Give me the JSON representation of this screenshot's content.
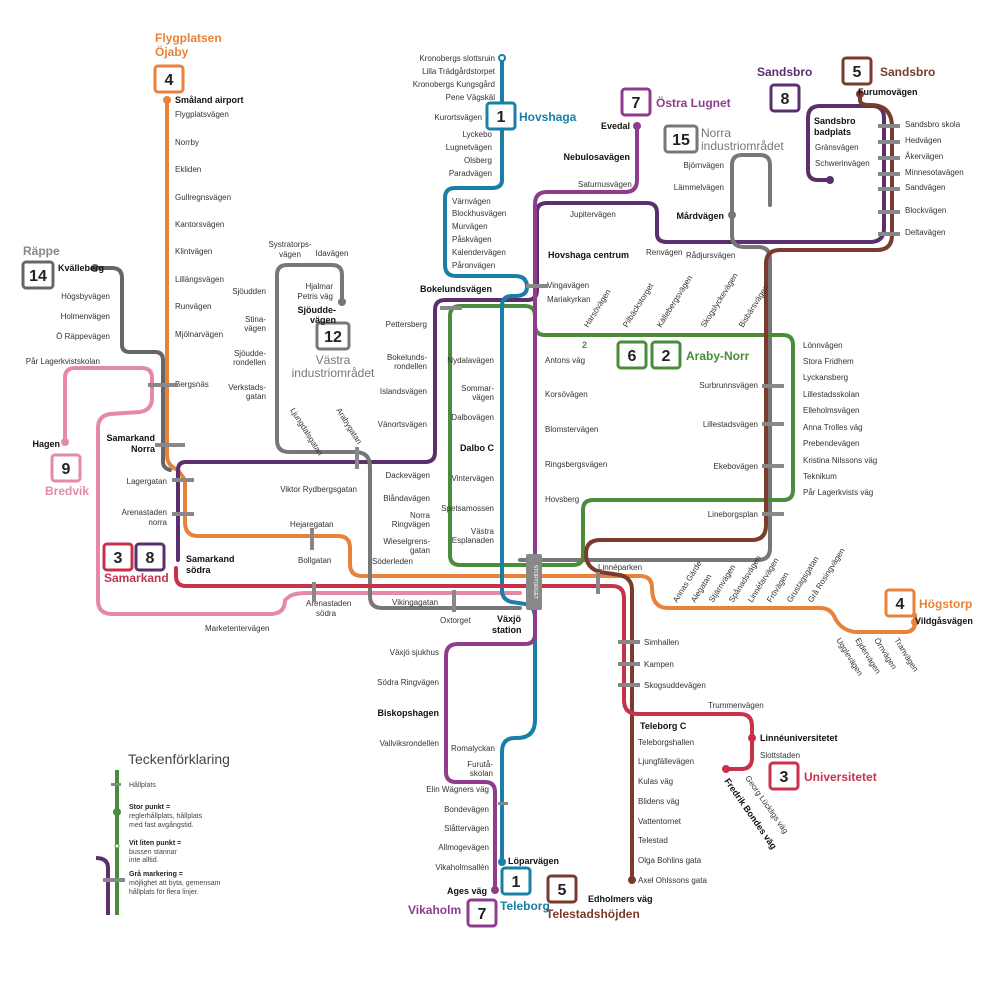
{
  "colors": {
    "l1": "#1a7fa6",
    "l2": "#4a8c3a",
    "l3": "#c8314b",
    "l4": "#e8823a",
    "l5": "#7a3a2c",
    "l7": "#8f3c8c",
    "l8": "#5b2f6e",
    "l9": "#e48aa8",
    "l12": "#777777",
    "l14": "#666666",
    "l15": "#777777",
    "hub": "#888888"
  },
  "lines": {
    "l1": {
      "num": "1",
      "dest_north": "Hovshaga",
      "dest_south": "Teleborg"
    },
    "l2": {
      "num": "2",
      "dest": "Araby-Norr",
      "inline_num": "2"
    },
    "l3": {
      "num": "3",
      "dest_east": "Universitetet",
      "dest_west": "Samarkand"
    },
    "l4": {
      "num": "4",
      "dest_north": "Flygplatsen Öjaby",
      "dest_east": "Högstorp"
    },
    "l5": {
      "num": "5",
      "dest_north": "Sandsbro",
      "dest_south": "Telestadshöjden"
    },
    "l6": {
      "num": "6"
    },
    "l7": {
      "num": "7",
      "dest_north": "Östra Lugnet",
      "dest_south": "Vikaholm"
    },
    "l8": {
      "num": "8",
      "dest": "Sandsbro"
    },
    "l9": {
      "num": "9",
      "dest": "Bredvik"
    },
    "l12": {
      "num": "12",
      "dest": "Västra industriområdet"
    },
    "l14": {
      "num": "14",
      "dest": "Räppe"
    },
    "l15": {
      "num": "15",
      "dest": "Norra industriområdet"
    }
  },
  "stations": {
    "line1_north": [
      "Kronobergs slottsruin",
      "Lilla Trädgårdstorpet",
      "Kronobergs Kungsgård",
      "Pene Vägskäl",
      "Kurortsvägen",
      "Lyckebo",
      "Lugnetvägen",
      "Olsberg",
      "Paradvägen",
      "Värnvägen",
      "Blockhusvägen",
      "Murvägen",
      "Påskvägen",
      "Kalendervägen",
      "Påronvägen"
    ],
    "line1_south": [
      "Romalyckan",
      "Furutå-skolan",
      "Elin Wägners väg",
      "Bondevägen",
      "Slåttervägen",
      "Allmogevägen",
      "Vikaholmsallén"
    ],
    "line1_bold": [
      "Löparvägen"
    ],
    "line7_north": [
      "Saturnusvägen",
      "Jupitervägen"
    ],
    "line7_bold": [
      "Evedal",
      "Nebulosavägen",
      "Hovshaga centrum",
      "Biskopshagen",
      "Ages väg"
    ],
    "line7_south": [
      "Växjö sjukhus",
      "Södra Ringvägen",
      "Vallviksrondellen"
    ],
    "line7_middle": [
      "Vingavägen",
      "Mariakyrkan",
      "Antons väg",
      "Korsövägen",
      "Blomstervägen",
      "Ringsbergsvägen",
      "Hovsberg"
    ],
    "line2_diag": [
      "Harsövägen",
      "Pilbäckstorget",
      "Källebergsvägen",
      "Skogslyckevägen",
      "Bisbärsvägen"
    ],
    "line2_east": [
      "Lönnvägen",
      "Stora Fridhem",
      "Lyckansberg",
      "Lillestadsskolan",
      "Elleholmsvägen",
      "Anna Trolles väg",
      "Prebendevägen",
      "Kristina Nilssons väg",
      "Teknikum",
      "Pår Lagerkvists väg"
    ],
    "line2_mid": [
      "Surbrunnsvägen",
      "Lillestadsvägen",
      "Ekebovägen",
      "Lineborgsplan"
    ],
    "line2_west": [
      "Pettersberg",
      "Bokelunds-rondellen",
      "Islandsvägen",
      "Vänortsvägen",
      "Nydalavägen",
      "Sommar-vägen",
      "Dalbovägen",
      "Vintervägen",
      "Spetsamossen",
      "Västra Esplanaden",
      "Dackevägen",
      "Blåndavägen",
      "Norra Ringvägen",
      "Wieselgrens-gatan"
    ],
    "bold_central": [
      "Bokelundsvägen",
      "Dalbo C",
      "Växjö station",
      "Samarkand Norra",
      "Samarkand södra",
      "Småland airport",
      "Kvälleberg",
      "Hagen",
      "Mårdvägen",
      "Sandsbro badplats",
      "Furumovägen",
      "Vildgåsvägen",
      "Linnéuniversitetet",
      "Fredrik Bondes väg",
      "Teleborg C",
      "Edholmers väg",
      "Sjöudde-vägen"
    ],
    "line4_north": [
      "Flygplatsvägen",
      "Norrby",
      "Ekliden",
      "Gullregnsvägen",
      "Kantorsvägen",
      "Klintvägen",
      "Lillängsvägen",
      "Runvägen",
      "Mjölnarvägen",
      "Bergsnäs"
    ],
    "line4_east": [
      "Annas Gärde",
      "Alegatan",
      "Stjärnvägen",
      "Spånadsvägen",
      "Linnéfarvägen",
      "Frövägen",
      "Grustagsgatan",
      "Grå Rosingvägen",
      "Ugglevägen",
      "Ejdervägen",
      "Örnvägen",
      "Tranvägen",
      "Linnéparken"
    ],
    "line14": [
      "Högsbyvägen",
      "Holmenvägen",
      "Ö Räppevägen",
      "Pår Lagerkvistskolan"
    ],
    "line12": [
      "Systratorps-vägen",
      "Idavägen",
      "Sjöudden",
      "Hjalmar Petris väg",
      "Stina-vägen",
      "Sjöudde-rondellen",
      "Verkstads-gatan",
      "Ljungdalsgatan",
      "Arabygatan"
    ],
    "line15": [
      "Björnvägen",
      "Lämmelvägen",
      "Renvägen",
      "Rådjursvägen"
    ],
    "line5_north": [
      "Sandsbro skola",
      "Hedvägen",
      "Åkervägen",
      "Minnesotavägen",
      "Sandvägen",
      "Blockvägen",
      "Deltavägen",
      "Gränsvägen",
      "Schwerinvägen"
    ],
    "line5_south": [
      "Simhallen",
      "Kampen",
      "Skogsuddevägen",
      "Teleborgshallen",
      "Ljungfällevägen",
      "Kulas väg",
      "Blidens väg",
      "Vattentornet",
      "Telestad",
      "Olga Bohlins gata",
      "Axel Ohlssons gata"
    ],
    "line3_east": [
      "Trummenvägen",
      "Slottstaden",
      "Georg Lückligs väg"
    ],
    "west": [
      "Lagergatan",
      "Arenastaden norra",
      "Hejaregatan",
      "Bollgatan",
      "Söderleden",
      "Vikingagatan",
      "Oxtorget",
      "Arenastaden södra",
      "Marketentervägen",
      "Viktor Rydbergsgatan"
    ],
    "hub_label": "STORTORGET"
  },
  "legend": {
    "title": "Teckenförklaring",
    "hallplats": "Hållplats",
    "stor_title": "Stor punkt =",
    "stor_desc1": "reglerhållplats, hållplats",
    "stor_desc2": "med fast avgångstid.",
    "vit_title": "Vit liten punkt =",
    "vit_desc1": "bussen stannar",
    "vit_desc2": "inte alltid.",
    "gra_title": "Grå markering =",
    "gra_desc1": "möjlighet att byta, gemensam",
    "gra_desc2": "hållplats för flera linjer."
  }
}
